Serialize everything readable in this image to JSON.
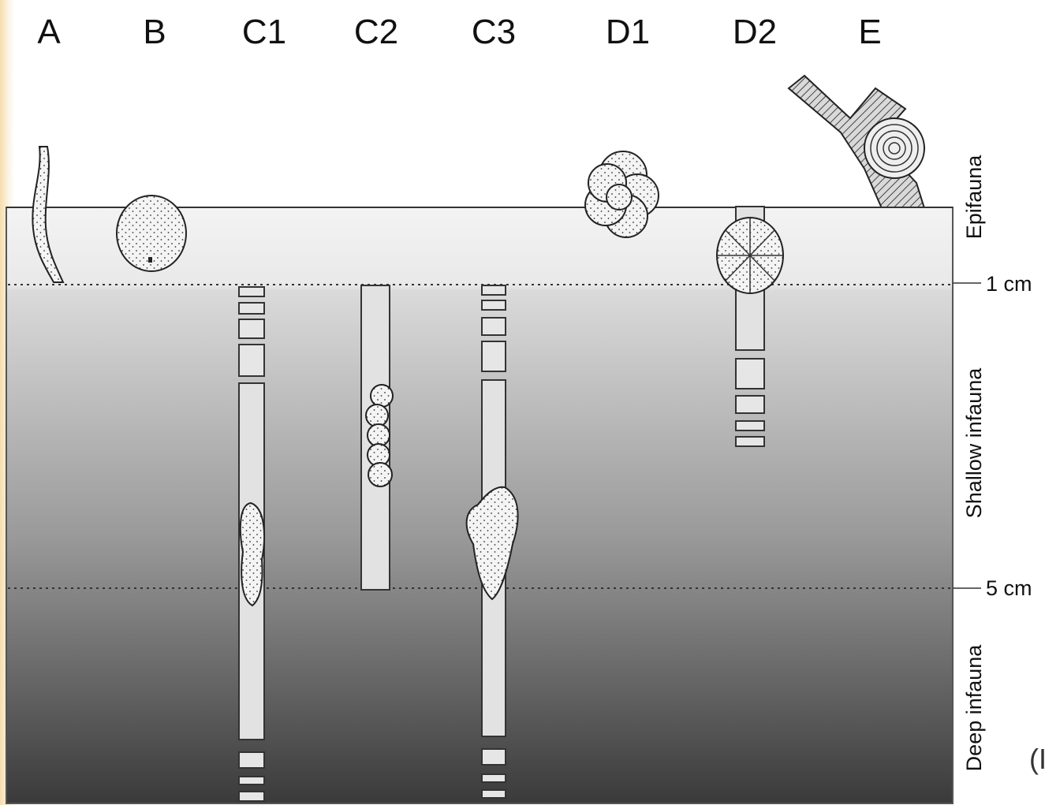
{
  "columns": [
    "A",
    "B",
    "C1",
    "C2",
    "C3",
    "D1",
    "D2",
    "E"
  ],
  "zones": {
    "epifauna": "Epifauna",
    "shallow_infauna": "Shallow infauna",
    "deep_infauna": "Deep infauna"
  },
  "depths": {
    "one_cm": "1 cm",
    "five_cm": "5 cm"
  },
  "corner_fragment": "(I"
}
